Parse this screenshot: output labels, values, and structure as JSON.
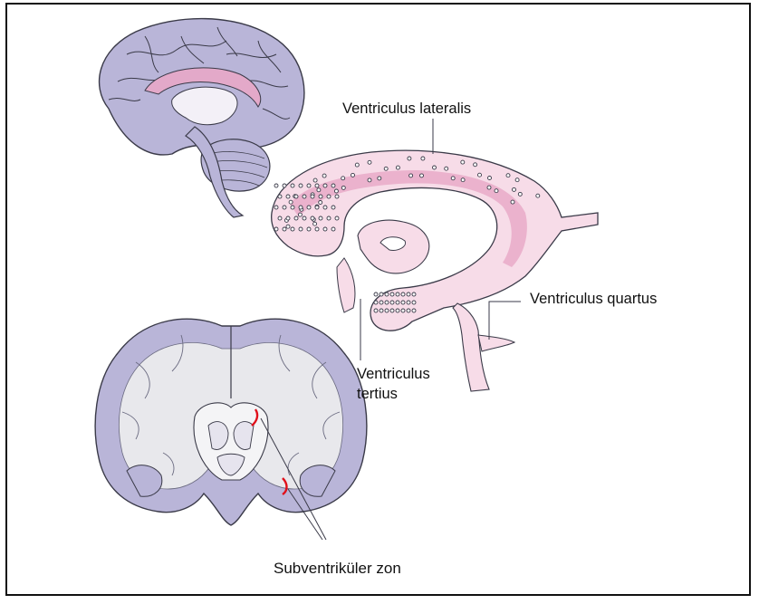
{
  "labels": {
    "ventriculus_lateralis": "Ventriculus lateralis",
    "ventriculus_quartus": "Ventriculus quartus",
    "ventriculus_tertius_line1": "Ventriculus",
    "ventriculus_tertius_line2": "tertius",
    "subventricular_zone": "Subventriküler zon"
  },
  "colors": {
    "brain_tissue": "#b9b5d8",
    "white_matter": "#e8e8ec",
    "ventricle_fill": "#f7dce8",
    "ventricle_accent": "#d98fb5",
    "svz_highlight": "#e0101b",
    "outline": "#3a3a48"
  }
}
